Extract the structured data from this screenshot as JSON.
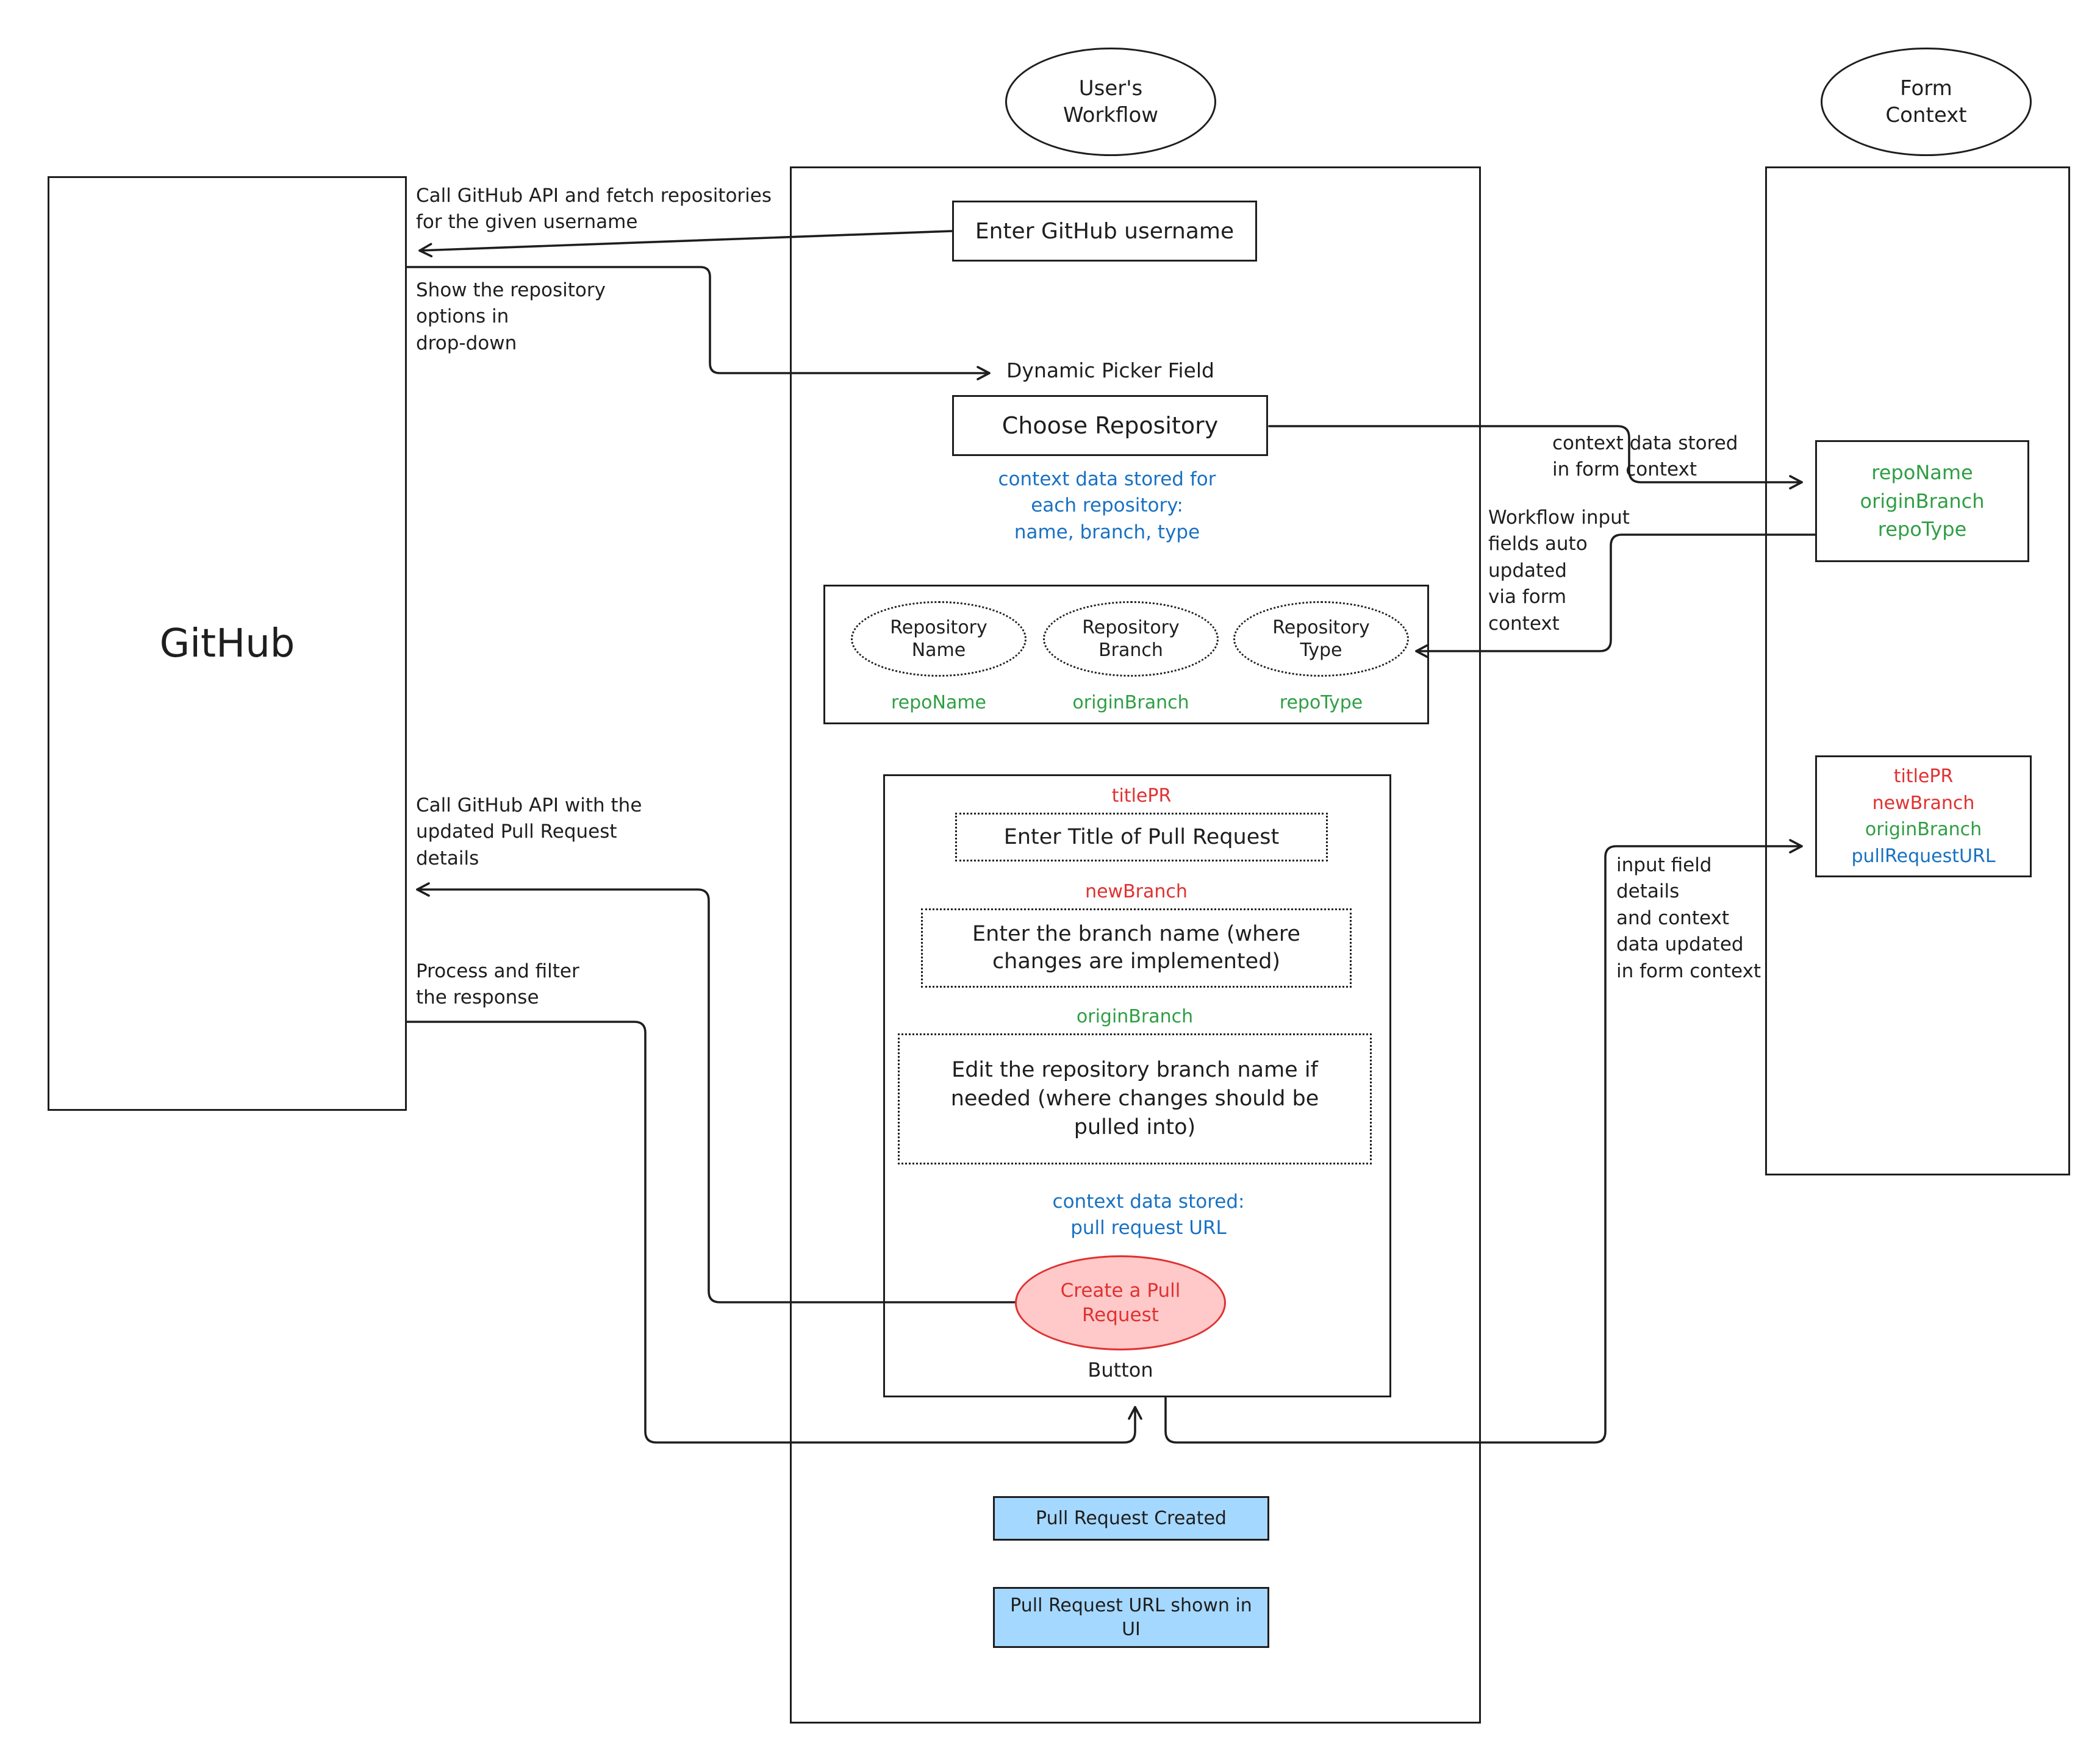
{
  "colors": {
    "stroke": "#1e1e1e",
    "blue": "#1971c2",
    "green": "#2f9e44",
    "red": "#e03131",
    "button_fill": "#ffc9c9",
    "button_stroke": "#e03131",
    "status_fill": "#a5d8ff"
  },
  "github": {
    "label": "GitHub"
  },
  "workflow": {
    "title": "User's\nWorkflow",
    "enter_username": "Enter GitHub username",
    "dynamic_picker_label": "Dynamic Picker Field",
    "choose_repository": "Choose Repository",
    "repo_context_note": "context data stored for\neach repository:\nname, branch, type",
    "repo_fields": [
      {
        "label": "Repository\nName",
        "var": "repoName"
      },
      {
        "label": "Repository\nBranch",
        "var": "originBranch"
      },
      {
        "label": "Repository\nType",
        "var": "repoType"
      }
    ],
    "pr_form": {
      "title_var": "titlePR",
      "title_field": "Enter Title of Pull Request",
      "branch_var": "newBranch",
      "branch_field": "Enter the branch name (where\nchanges are implemented)",
      "origin_var": "originBranch",
      "origin_field": "Edit the repository branch name if\nneeded (where changes should be\npulled into)",
      "context_note": "context data stored:\npull request URL",
      "create_button": "Create a Pull\nRequest",
      "button_caption": "Button"
    },
    "pr_created": "Pull Request Created",
    "pr_url_shown": "Pull Request URL shown in\nUI"
  },
  "form_context": {
    "title": "Form\nContext",
    "repo_vars": [
      "repoName",
      "originBranch",
      "repoType"
    ],
    "pr_vars": [
      "titlePR",
      "newBranch",
      "originBranch",
      "pullRequestURL"
    ]
  },
  "annotations": {
    "fetch_repos": "Call GitHub API and fetch repositories\nfor the given username",
    "show_options": "Show the repository\noptions in\ndrop-down",
    "context_stored": "context data stored\nin form context",
    "workflow_autoupdate": "Workflow input\nfields auto\nupdated\nvia form\ncontext",
    "call_api_pr": "Call GitHub API with the\nupdated Pull Request\ndetails",
    "process_filter": "Process and filter\nthe response",
    "input_field_context": "input field\ndetails\nand context\ndata updated\nin form context"
  }
}
